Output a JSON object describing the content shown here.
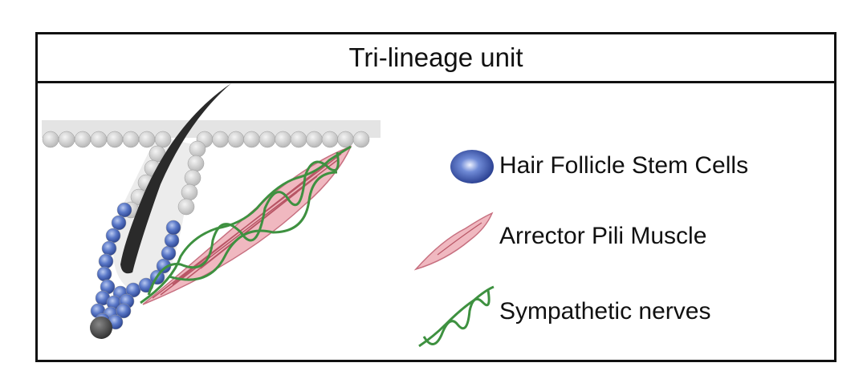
{
  "title": "Tri-lineage unit",
  "legend": [
    {
      "label": "Hair Follicle Stem Cells",
      "icon": "stem-cell-icon",
      "color": "#3f5fb8"
    },
    {
      "label": "Arrector Pili Muscle",
      "icon": "muscle-icon",
      "color": "#e8a8b0"
    },
    {
      "label": "Sympathetic nerves",
      "icon": "nerve-icon",
      "color": "#3f9a3f"
    }
  ]
}
